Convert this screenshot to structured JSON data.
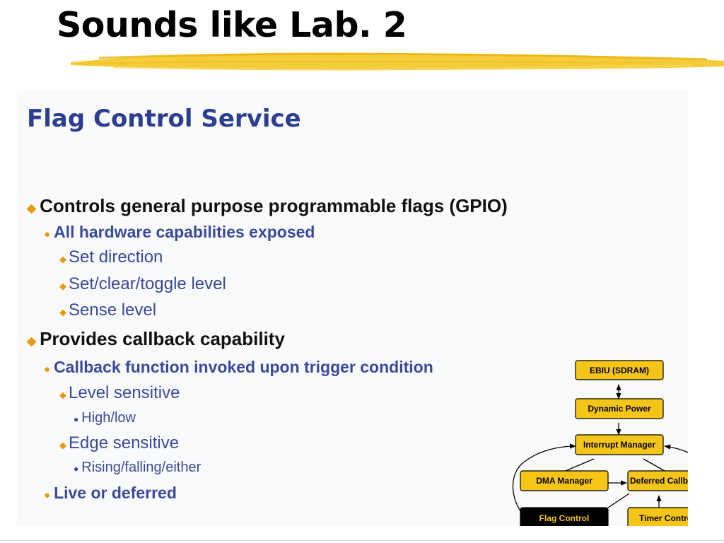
{
  "slide": {
    "title": "Sounds like Lab. 2"
  },
  "panel": {
    "title": "Flag Control Service",
    "bullets": {
      "b1": "Controls general purpose programmable flags (GPIO)",
      "b1_1": "All hardware capabilities exposed",
      "b1_1_1": "Set direction",
      "b1_1_2": "Set/clear/toggle level",
      "b1_1_3": "Sense level",
      "b2": "Provides callback capability",
      "b2_1": "Callback function invoked upon trigger condition",
      "b2_1_1": "Level sensitive",
      "b2_1_1_1": "High/low",
      "b2_1_2": "Edge sensitive",
      "b2_1_2_1": "Rising/falling/either",
      "b2_2": "Live or deferred"
    }
  },
  "diagram": {
    "ebiu": "EBIU (SDRAM)",
    "dynamic_power": "Dynamic Power",
    "interrupt_manager": "Interrupt Manager",
    "dma_manager": "DMA Manager",
    "deferred_callback": "Deferred Callback",
    "flag_control": "Flag Control",
    "timer_control": "Timer Control"
  },
  "colors": {
    "box_fill": "#f5c518",
    "box_highlight_fill": "#000000",
    "title_blue": "#2e3e8e",
    "bullet_orange": "#e79a14"
  }
}
